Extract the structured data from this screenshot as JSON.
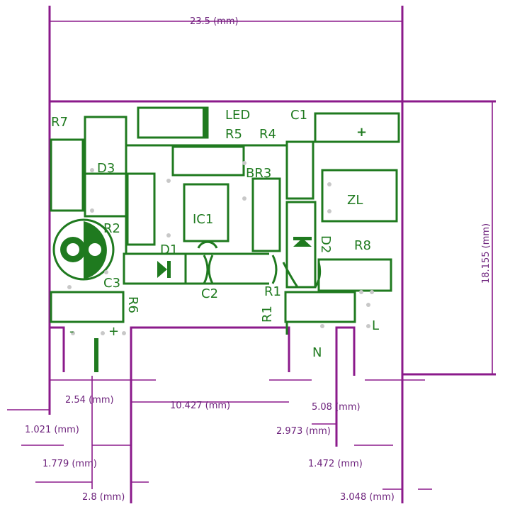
{
  "colors": {
    "outline": "#8b1a8b",
    "silk": "#1f7a1f",
    "dim_text": "#6b1f7a",
    "pad": "#c8c8c8"
  },
  "dimensions": {
    "width": "23.5 (mm)",
    "height": "18.155 (mm)",
    "d_2_54": "2.54 (mm)",
    "d_10_427": "10.427 (mm)",
    "d_5_08": "5.08 (mm)",
    "d_1_021": "1.021 (mm)",
    "d_2_973": "2.973 (mm)",
    "d_1_779": "1.779 (mm)",
    "d_1_472": "1.472 (mm)",
    "d_2_8": "2.8 (mm)",
    "d_3_048": "3.048 (mm)"
  },
  "labels": {
    "r7": "R7",
    "led": "LED",
    "c1": "C1",
    "r5": "R5",
    "r4": "R4",
    "d3": "D3",
    "br3": "BR3",
    "ic1": "IC1",
    "zl": "ZL",
    "r2": "R2",
    "d1": "D1",
    "d2": "D2",
    "r8": "R8",
    "c3": "C3",
    "c2": "C2",
    "r1a": "R1",
    "r1b": "R1",
    "r6": "R6",
    "minus": "-",
    "plus_left": "+",
    "plus_c1": "+",
    "n": "N",
    "l": "L"
  }
}
